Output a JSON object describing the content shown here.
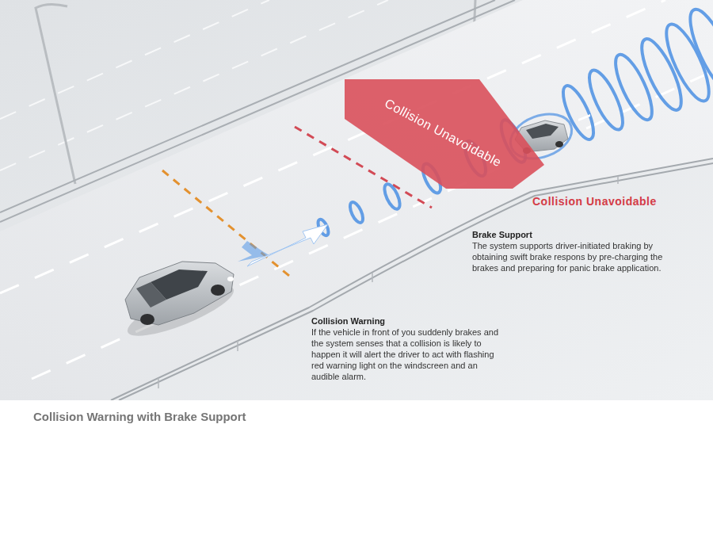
{
  "diagram": {
    "caption": "Collision Warning with Brake Support",
    "nodes": [
      {
        "text": [
          "Collision Unavoidable"
        ]
      }
    ],
    "labels": [
      "Collision Unavoidable",
      "Brake Support",
      "The system supports driver-initiated braking by obtaining swift brake respons by pre-charging the brakes and preparing for panic brake application.",
      "Collision Warning",
      "If the vehicle in front of you suddenly brakes and the system senses that a collision is likely to happen it will alert the driver to act with flashing red warning light on the windscreen and an audible alarm."
    ]
  }
}
